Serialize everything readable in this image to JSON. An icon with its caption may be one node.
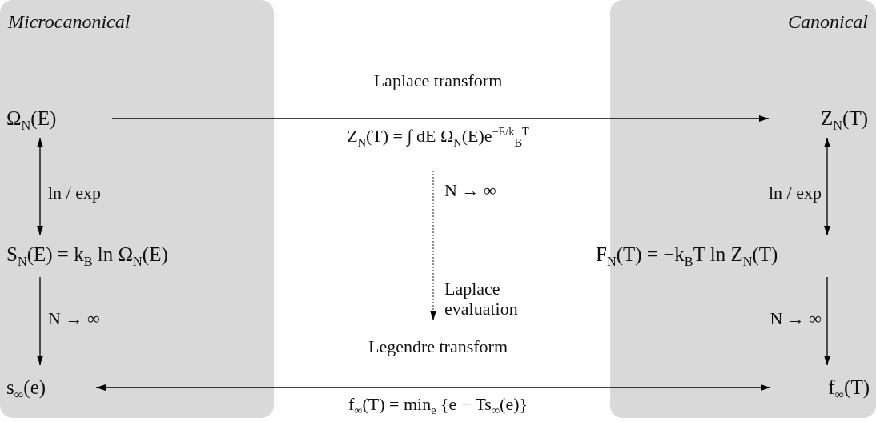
{
  "diagram": {
    "nodes": [
      {
        "text": [
          "Microcanonical"
        ]
      },
      {
        "text": [
          "Canonical"
        ]
      },
      {
        "text": [
          "Ω$_{N}$(E)"
        ],
        "in": 0
      },
      {
        "text": [
          "S$_{N}$(E) = k$_{B}$ ln Ω$_{N}$(E)"
        ],
        "in": 0
      },
      {
        "text": [
          "s$_{∞}$(e)"
        ],
        "in": 0
      },
      {
        "text": [
          "Z$_{N}$(T)"
        ],
        "in": 1
      },
      {
        "text": [
          "F$_{N}$(T) = −k$_{B}$T ln Z$_{N}$(T)"
        ]
      },
      {
        "text": [
          "f$_{∞}$(T)"
        ],
        "in": 1
      }
    ],
    "edges": [
      {
        "from": 2,
        "to": 5,
        "arrow": "to",
        "label": "Laplace transform"
      },
      {
        "from": 2,
        "to": 3,
        "arrow": "both",
        "label": "ln / exp"
      },
      {
        "from": 3,
        "to": 4,
        "arrow": "to",
        "label": "N → ∞"
      },
      {
        "from": 5,
        "to": 6,
        "arrow": "both",
        "label": "ln / exp"
      },
      {
        "from": 6,
        "to": 7,
        "arrow": "to",
        "label": "N → ∞"
      },
      {
        "from": 7,
        "to": 4,
        "arrow": "both",
        "label": "Legendre transform"
      }
    ],
    "labels": [
      "Z$_{N}$(T) = ∫ dE Ω$_{N}$(E)e$^{−E/k}$$_{B}$$^{T}$",
      "N → ∞",
      "Laplace evaluation",
      "f$_{∞}$(T) = min$_{e}$ {e − Ts$_{∞}$(e)}"
    ]
  }
}
